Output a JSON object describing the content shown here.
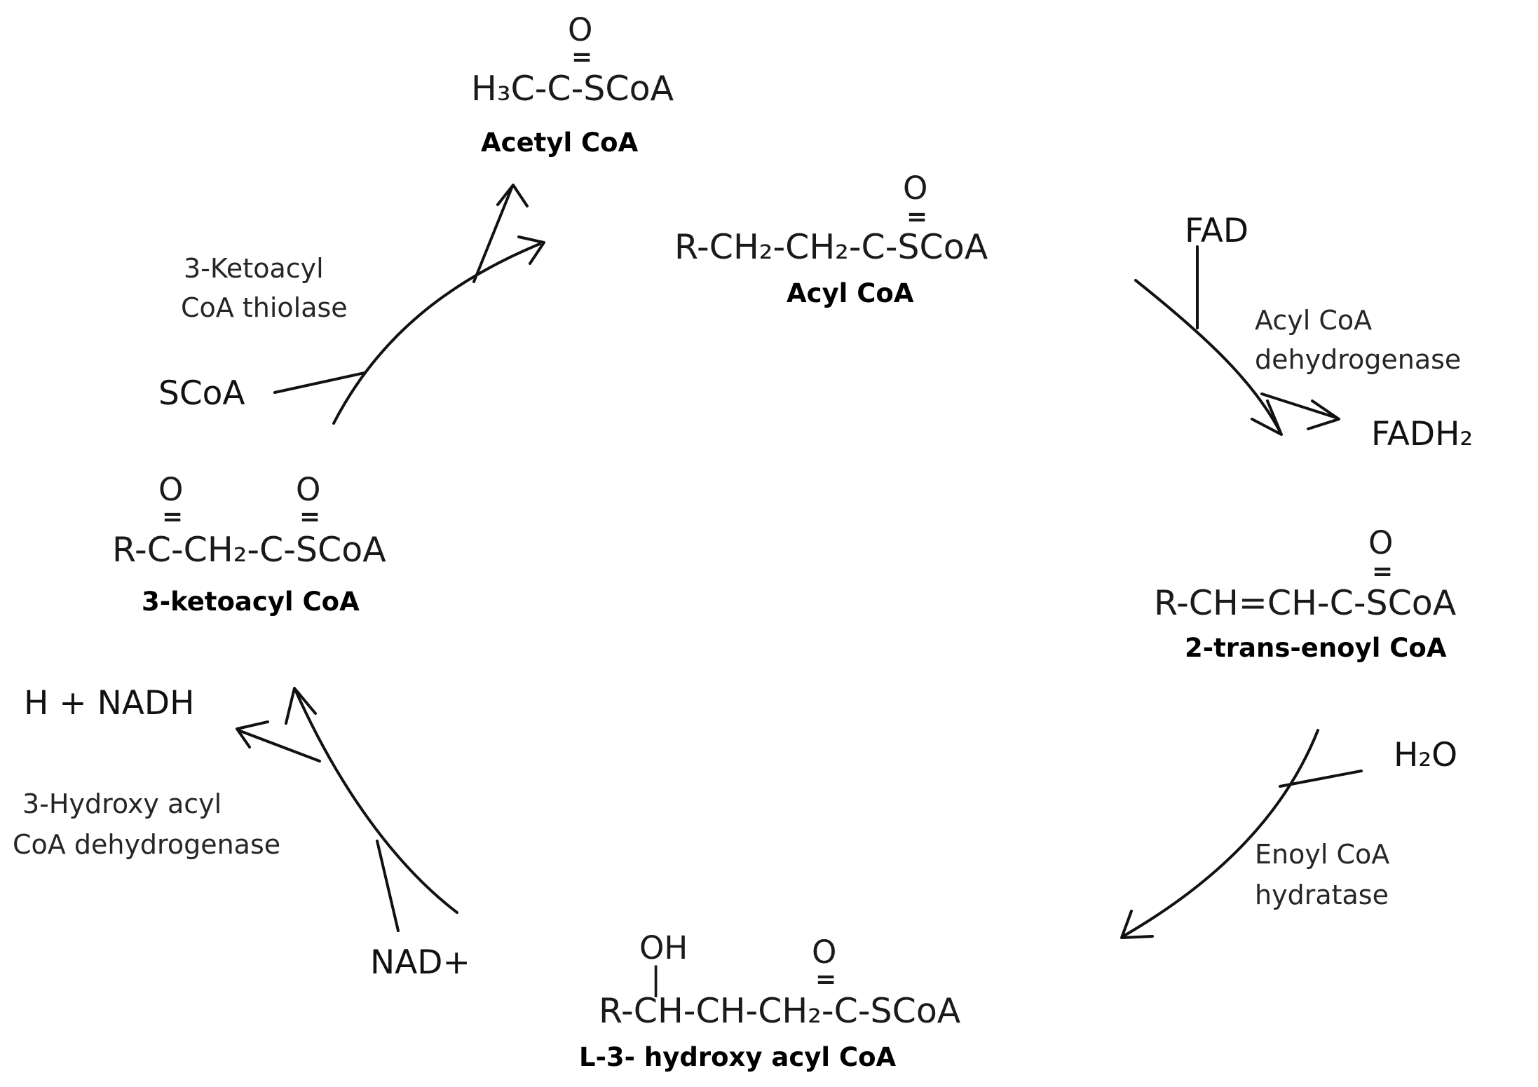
{
  "compounds": {
    "acetyl_coa": {
      "name": "Acetyl CoA",
      "formula": "H₃C-C-SCoA",
      "oxygen": "O",
      "double_bond": "="
    },
    "acyl_coa": {
      "name": "Acyl CoA",
      "formula": "R-CH₂-CH₂-C-SCoA",
      "oxygen": "O",
      "double_bond": "="
    },
    "trans_enoyl_coa": {
      "name": "2-trans-enoyl CoA",
      "formula": "R-CH=CH-C-SCoA",
      "oxygen": "O",
      "double_bond": "="
    },
    "hydroxy_acyl_coa": {
      "name": "L-3- hydroxy acyl CoA",
      "formula": "R-CH-CH-CH₂-C-SCoA",
      "hydroxyl": "OH",
      "single_bond": "|",
      "oxygen": "O",
      "double_bond": "="
    },
    "ketoacyl_coa": {
      "name": "3-ketoacyl CoA",
      "formula": "R-C-CH₂-C-SCoA",
      "oxygen_1": "O",
      "oxygen_2": "O",
      "double_bond": "="
    }
  },
  "enzymes": {
    "thiolase": [
      "3-Ketoacyl",
      "CoA thiolase"
    ],
    "acyl_dehydrogenase": [
      "Acyl CoA",
      "dehydrogenase"
    ],
    "hydratase": [
      "Enoyl CoA",
      "hydratase"
    ],
    "hydroxyacyl_dehydrogenase": [
      "3-Hydroxy acyl",
      "CoA dehydrogenase"
    ]
  },
  "cofactors": {
    "fad": "FAD",
    "fadh2": "FADH₂",
    "water": "H₂O",
    "nad_plus": "NAD+",
    "nadh": "H + NADH",
    "scoa": "SCoA"
  },
  "colors": {
    "text": "#1a1a1a",
    "arrow": "#111111",
    "background": "#ffffff"
  }
}
